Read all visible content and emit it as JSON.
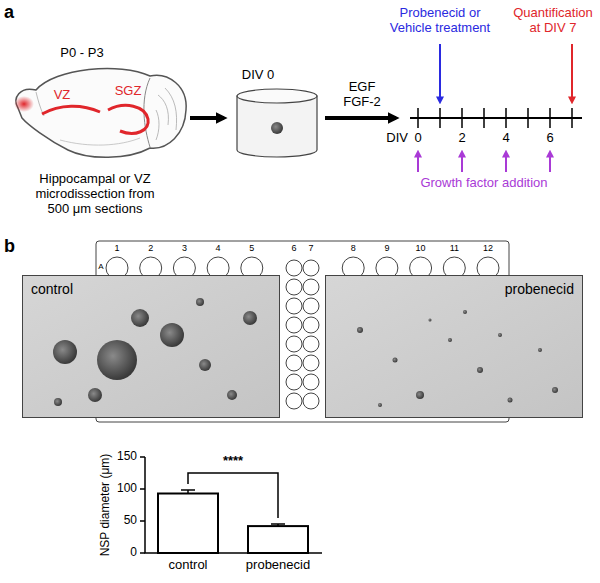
{
  "diagram": {
    "nodes": [
      {
        "text": [
          "control"
        ]
      },
      {
        "text": [
          "probenecid"
        ]
      }
    ],
    "labels": [
      "a",
      "P0 - P3",
      "VZ",
      "SGZ",
      "Hippocampal or VZ microdissection from 500 μm sections",
      "DIV 0",
      "EGF FGF-2",
      "Probenecid or Vehicle treatment",
      "Quantification at DIV 7",
      "DIV",
      "0",
      "2",
      "4",
      "6",
      "Growth factor addition",
      "b",
      "1",
      "2",
      "3",
      "4",
      "5",
      "6",
      "7",
      "8",
      "9",
      "10",
      "11",
      "12",
      "A",
      "150",
      "100",
      "50",
      "0",
      "NSP diameter (μm)",
      "control",
      "probenecid",
      "****"
    ]
  }
}
